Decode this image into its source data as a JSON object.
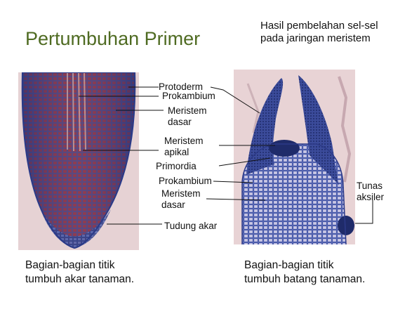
{
  "title": "Pertumbuhan Primer",
  "note": {
    "line1": "Hasil pembelahan sel-sel",
    "line2": "pada jaringan meristem"
  },
  "root_panel": {
    "labels": {
      "protoderm": "Protoderm",
      "prokambium": "Prokambium",
      "meristem_dasar_1": "Meristem",
      "meristem_dasar_2": "dasar",
      "meristem_apikal_1": "Meristem",
      "meristem_apikal_2": "apikal",
      "tudung_akar": "Tudung akar"
    },
    "caption_line1": "Bagian-bagian titik",
    "caption_line2": "tumbuh akar tanaman."
  },
  "stem_panel": {
    "labels": {
      "primordia": "Primordia",
      "prokambium": "Prokambium",
      "meristem_dasar_1": "Meristem",
      "meristem_dasar_2": "dasar",
      "tunas_aksiler_1": "Tunas",
      "tunas_aksiler_2": "aksiler"
    },
    "caption_line1": "Bagian-bagian titik",
    "caption_line2": "tumbuh batang tanaman."
  },
  "colors": {
    "title": "#4f6b22",
    "slide_bg": "#e9d6d7",
    "tissue_blue": "#3a4f9c",
    "tissue_red": "#9b3a3a"
  }
}
